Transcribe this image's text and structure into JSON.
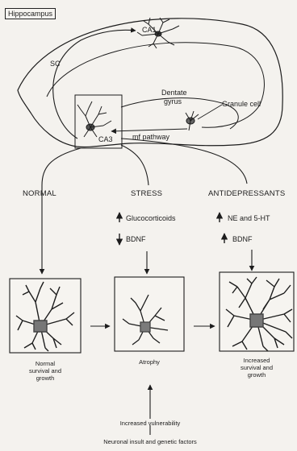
{
  "title_box": "Hippocampus",
  "regions": {
    "ca1": "CA1",
    "ca3": "CA3",
    "sc": "SC",
    "dentate": "Dentate",
    "gyrus": "gyrus",
    "granule": "Granule cell",
    "mf": "mf pathway"
  },
  "conditions": {
    "normal": "NORMAL",
    "stress": "STRESS",
    "antidepressants": "ANTIDEPRESSANTS"
  },
  "stress_effects": {
    "up": "Glucocorticoids",
    "down": "BDNF"
  },
  "antidepressant_effects": {
    "up1": "NE and 5-HT",
    "up2": "BDNF"
  },
  "outcomes": {
    "normal_1": "Normal",
    "normal_2": "survival and",
    "normal_3": "growth",
    "atrophy": "Atrophy",
    "increased_1": "Increased",
    "increased_2": "survival and",
    "increased_3": "growth"
  },
  "bottom": {
    "vulnerability": "Increased vulnerability",
    "insult": "Neuronal insult and genetic factors"
  }
}
